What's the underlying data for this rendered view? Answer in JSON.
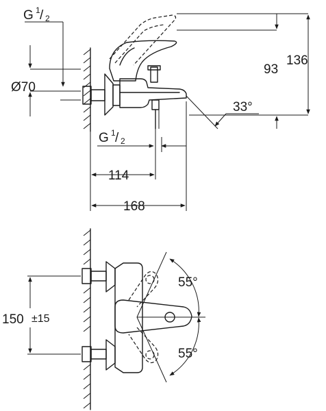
{
  "top_view": {
    "thread_top": {
      "base": "G",
      "sup": "1",
      "sub": "2"
    },
    "thread_bottom": {
      "base": "G",
      "sup": "1",
      "sub": "2"
    },
    "diameter": "Ø70",
    "height_outer": "136",
    "height_inner": "93",
    "angle": "33°",
    "width_114": "114",
    "width_168": "168"
  },
  "bottom_view": {
    "spacing": "150",
    "tolerance": "±15",
    "angle_top": "55°",
    "angle_bottom": "55°"
  }
}
